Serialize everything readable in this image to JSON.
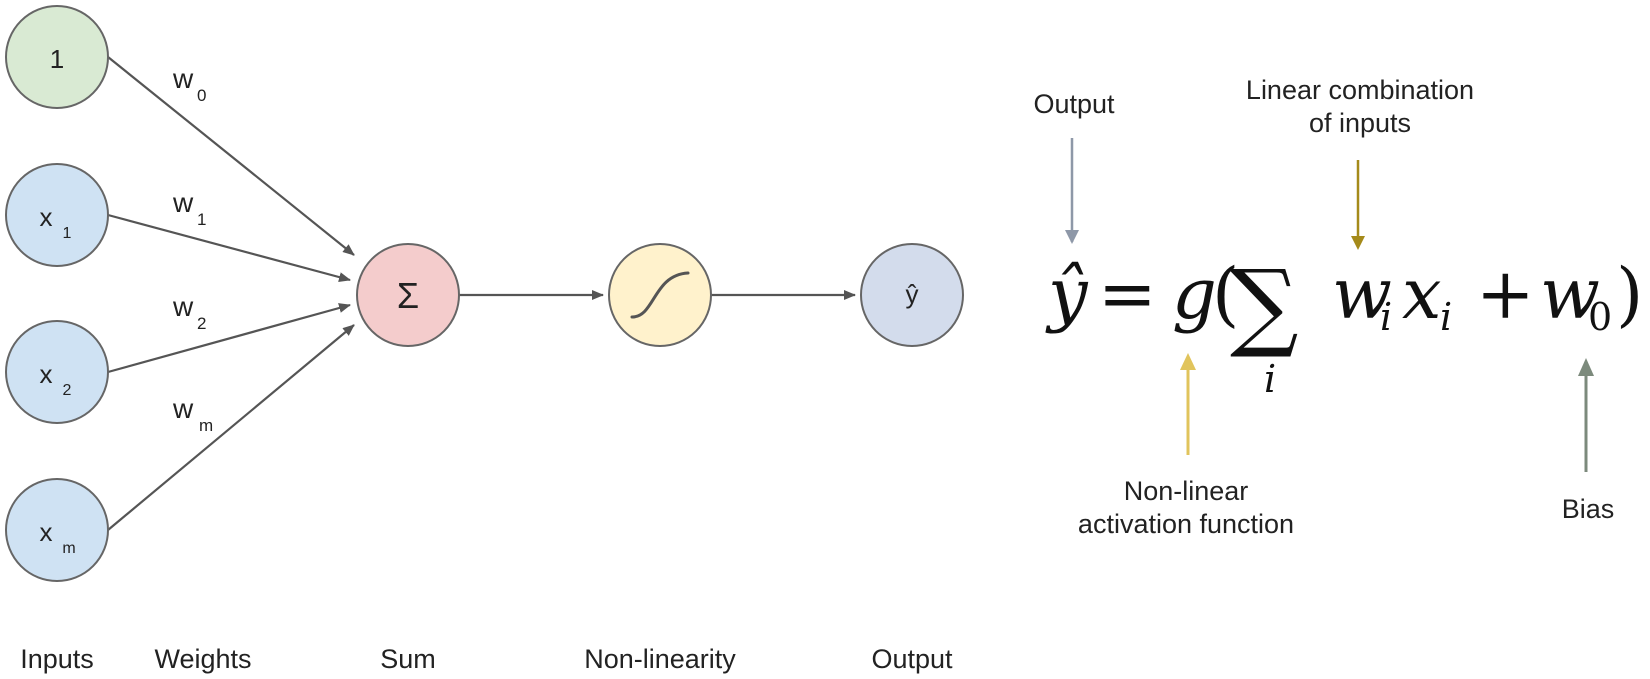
{
  "colors": {
    "bias_fill": "#d9ead3",
    "input_fill": "#cfe2f3",
    "sum_fill": "#f4cccc",
    "activation_fill": "#fff2cc",
    "output_fill": "#d3dcec",
    "node_stroke": "#666666",
    "edge": "#555555",
    "arrow_output": "#8e98a8",
    "arrow_linear": "#a58a1a",
    "arrow_activation": "#e1c45c",
    "arrow_bias": "#7c8a7c"
  },
  "nodes": {
    "bias": {
      "text": "1"
    },
    "inputs": [
      {
        "base": "x",
        "sub": "1"
      },
      {
        "base": "x",
        "sub": "2"
      },
      {
        "base": "x",
        "sub": "m"
      }
    ],
    "sum": {
      "text": "Σ"
    },
    "output": {
      "text": "ŷ"
    }
  },
  "weights": [
    {
      "base": "w",
      "sub": "0"
    },
    {
      "base": "w",
      "sub": "1"
    },
    {
      "base": "w",
      "sub": "2"
    },
    {
      "base": "w",
      "sub": "m"
    }
  ],
  "columns": {
    "inputs": "Inputs",
    "weights": "Weights",
    "sum": "Sum",
    "nonlinearity": "Non-linearity",
    "output": "Output"
  },
  "equation": {
    "yhat": "ŷ",
    "equals": "=",
    "g": "g",
    "open_paren": "(",
    "sigma": "∑",
    "sigma_index": "i",
    "w": "w",
    "w_sub": "i",
    "x": "x",
    "x_sub": "i",
    "plus": "+",
    "w0": "w",
    "w0_sub": "0",
    "close_paren": ")"
  },
  "annotations": {
    "output": "Output",
    "linear_line1": "Linear combination",
    "linear_line2": "of inputs",
    "activation_line1": "Non-linear",
    "activation_line2": "activation function",
    "bias": "Bias"
  }
}
